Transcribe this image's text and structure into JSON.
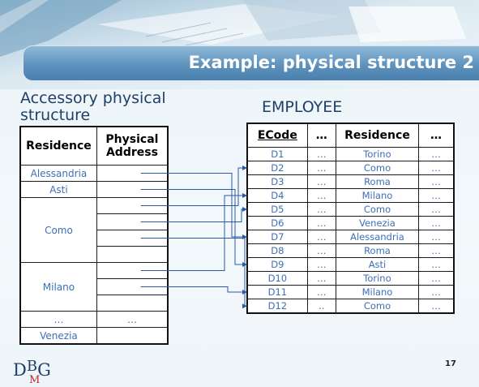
{
  "slide": {
    "title": "Example: physical structure 2",
    "accessory_title": "Accessory physical structure",
    "employee_title": "EMPLOYEE",
    "page_number": "17",
    "logo": {
      "d": "D",
      "b": "B",
      "g": "G",
      "m": "M"
    }
  },
  "accessory_table": {
    "headers": [
      "Residence",
      "Physical Address"
    ],
    "residences": [
      "Alessandria",
      "Asti",
      "Como",
      "Milano",
      "…",
      "Venezia"
    ],
    "address_ellipsis": "…"
  },
  "employee_table": {
    "headers": [
      "ECode",
      "…",
      "Residence",
      "…"
    ],
    "rows": [
      {
        "code": "D1",
        "mid": "…",
        "residence": "Torino",
        "end": "…"
      },
      {
        "code": "D2",
        "mid": "…",
        "residence": "Como",
        "end": "…"
      },
      {
        "code": "D3",
        "mid": "…",
        "residence": "Roma",
        "end": "…"
      },
      {
        "code": "D4",
        "mid": "…",
        "residence": "Milano",
        "end": "…"
      },
      {
        "code": "D5",
        "mid": "…",
        "residence": "Como",
        "end": "…"
      },
      {
        "code": "D6",
        "mid": "…",
        "residence": "Venezia",
        "end": "…"
      },
      {
        "code": "D7",
        "mid": "…",
        "residence": "Alessandria",
        "end": "…"
      },
      {
        "code": "D8",
        "mid": "…",
        "residence": "Roma",
        "end": "…"
      },
      {
        "code": "D9",
        "mid": "…",
        "residence": "Asti",
        "end": "…"
      },
      {
        "code": "D10",
        "mid": "…",
        "residence": "Torino",
        "end": "…"
      },
      {
        "code": "D11",
        "mid": "…",
        "residence": "Milano",
        "end": "…"
      },
      {
        "code": "D12",
        "mid": "..",
        "residence": "Como",
        "end": "…"
      }
    ]
  },
  "colors": {
    "cell_text": "#3c6fb6",
    "title_bar": "#5f93bd",
    "logo_m": "#c0262b"
  }
}
